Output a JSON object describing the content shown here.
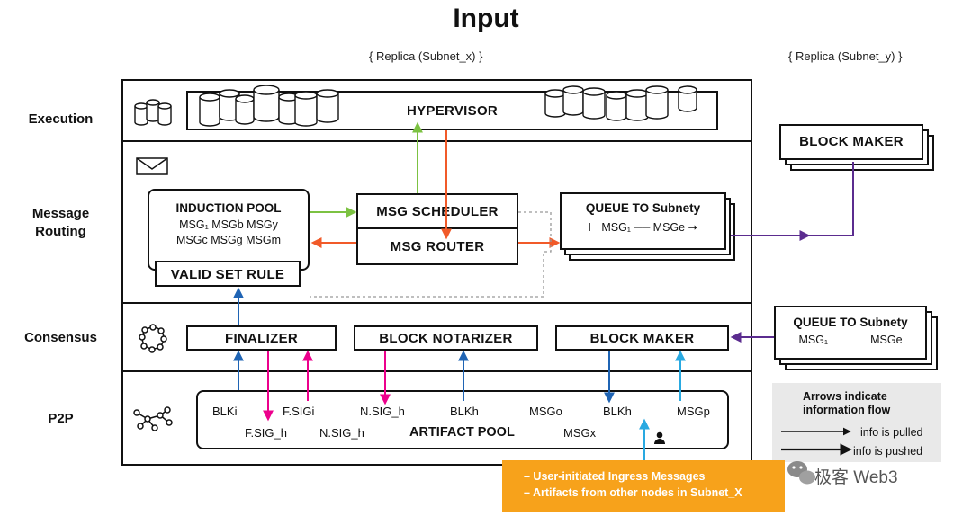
{
  "title": "Input",
  "replica_x": "{ Replica (Subnet_x) }",
  "replica_y": "{ Replica (Subnet_y) }",
  "layers": {
    "execution": "Execution",
    "message_routing": [
      "Message",
      "Routing"
    ],
    "consensus": "Consensus",
    "p2p": "P2P"
  },
  "hypervisor": "HYPERVISOR",
  "induction_pool": {
    "title": "INDUCTION POOL",
    "line1": "MSG₁ MSGb MSGy",
    "line2": "MSGc MSGg MSGm",
    "rule": "VALID SET RULE"
  },
  "msg_scheduler": "MSG SCHEDULER",
  "msg_router": "MSG ROUTER",
  "queue_to_subnet": {
    "title": "QUEUE TO Subnety",
    "line": "⊢ MSG₁ ── MSGe ➞"
  },
  "block_maker_top": "BLOCK MAKER",
  "consensus_boxes": {
    "finalizer": "FINALIZER",
    "notarizer": "BLOCK NOTARIZER",
    "block_maker": "BLOCK MAKER"
  },
  "queue_to_subnet_right": {
    "title": "QUEUE TO Subnety",
    "msg1": "MSG₁",
    "msg2": "MSGe"
  },
  "artifact_pool": {
    "title": "ARTIFACT POOL",
    "blk_i": "BLKi",
    "fsig_i": "F.SIGi",
    "nsig_h_top": "N.SIG_h",
    "blk_h_1": "BLKh",
    "msg_o": "MSGo",
    "blk_h_2": "BLKh",
    "msg_p": "MSGp",
    "fsig_h": "F.SIG_h",
    "nsig_h_bottom": "N.SIG_h",
    "msg_x": "MSGx"
  },
  "legend": {
    "title_line1": "Arrows indicate",
    "title_line2": "information flow",
    "pulled": "info is pulled",
    "pushed": "info is pushed"
  },
  "ingress": {
    "line1": "– User-initiated Ingress Messages",
    "line2": "– Artifacts from other nodes in Subnet_X"
  },
  "watermark": "极客 Web3",
  "colors": {
    "green": "#7cc242",
    "red": "#f15a29",
    "magenta": "#ec008c",
    "blue": "#1f64b4",
    "lightblue": "#29a9e1",
    "purple": "#5b2c8f",
    "orange": "#f7a21b"
  },
  "icons": [
    "database-icon",
    "envelope-icon",
    "ring-network-icon",
    "p2p-network-icon",
    "user-icon",
    "wechat-icon"
  ]
}
